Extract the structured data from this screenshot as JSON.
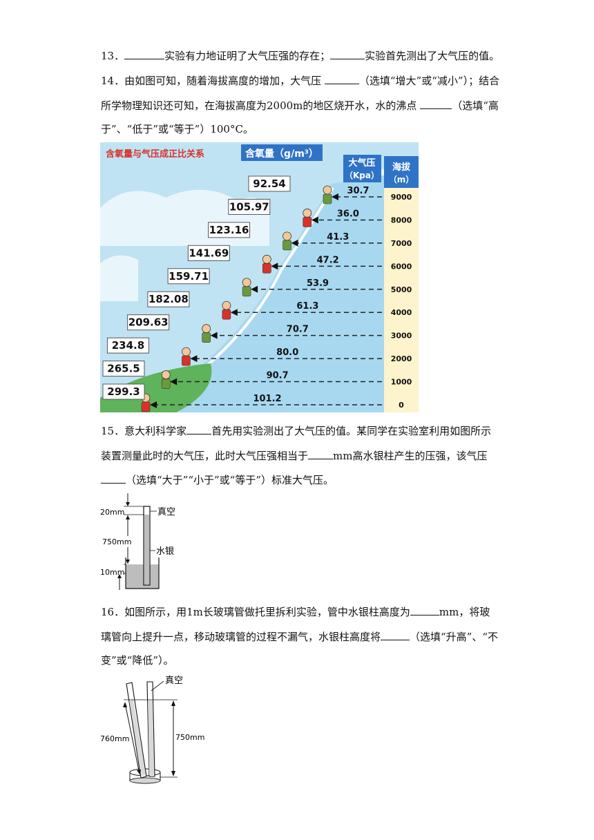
{
  "q13": {
    "number": "13．",
    "seg1": "实验有力地证明了大气压强的存在；",
    "seg2": "实验首先测出了大气压的值。"
  },
  "q14": {
    "number": "14．",
    "l1a": "由如图可知，随着海拔高度的增加，大气压",
    "l1b": "（选填“增大”或“减小”）；结合",
    "l2a": "所学物理知识还可知，在海拔高度为2000m的地区烧开水，水的沸点",
    "l2b": "（选填“高",
    "l3": "于”、“低于”或“等于”）100°C。"
  },
  "figure1": {
    "title": "含氧量与气压成正比关系",
    "oxygen_header": "含氧量（g/m³）",
    "pressure_header_1": "大气压",
    "pressure_header_2": "（Kpa）",
    "altitude_header_1": "海拔",
    "altitude_header_2": "（m）",
    "rows": [
      {
        "altitude": "9000",
        "pressure": "30.7",
        "oxygen": "92.54"
      },
      {
        "altitude": "8000",
        "pressure": "36.0",
        "oxygen": "105.97"
      },
      {
        "altitude": "7000",
        "pressure": "41.3",
        "oxygen": "123.16"
      },
      {
        "altitude": "6000",
        "pressure": "47.2",
        "oxygen": "141.69"
      },
      {
        "altitude": "5000",
        "pressure": "53.9",
        "oxygen": "159.71"
      },
      {
        "altitude": "4000",
        "pressure": "61.3",
        "oxygen": "182.08"
      },
      {
        "altitude": "3000",
        "pressure": "70.7",
        "oxygen": "209.63"
      },
      {
        "altitude": "2000",
        "pressure": "80.0",
        "oxygen": "234.8"
      },
      {
        "altitude": "1000",
        "pressure": "90.7",
        "oxygen": "265.5"
      },
      {
        "altitude": "0",
        "pressure": "101.2",
        "oxygen": "299.3"
      }
    ],
    "colors": {
      "sky": "#bfe3f3",
      "mountain": "#a7d8f0",
      "ground": "#5fb35a",
      "title": "#d8322a",
      "header_bg": "#2f73c7"
    }
  },
  "q15": {
    "number": "15．",
    "l1a": "意大利科学家",
    "l1b": "首先用实验测出了大气压的值。某同学在实验室利用如图所示",
    "l2a": "装置测量此时的大气压，此时大气压强相当于",
    "l2b": "mm高水银柱产生的压强，该气压",
    "l3": "（选填“大于”“小于”或“等于”）标准大气压。"
  },
  "figure2": {
    "label_20mm": "20mm",
    "label_vacuum": "真空",
    "label_750mm": "750mm",
    "label_mercury": "水银",
    "label_10mm": "10mm"
  },
  "q16": {
    "number": "16．",
    "l1a": "如图所示，用1m长玻璃管做托里拆利实验，管中水银柱高度为",
    "l1b": "mm，将玻",
    "l2a": "璃管向上提升一点，移动玻璃管的过程不漏气，水银柱高度将",
    "l2b": "（选填“升高”、“不",
    "l3": "变”或“降低”）。"
  },
  "figure3": {
    "label_vacuum": "真空",
    "label_760mm": "760mm",
    "label_750mm": "750mm"
  }
}
